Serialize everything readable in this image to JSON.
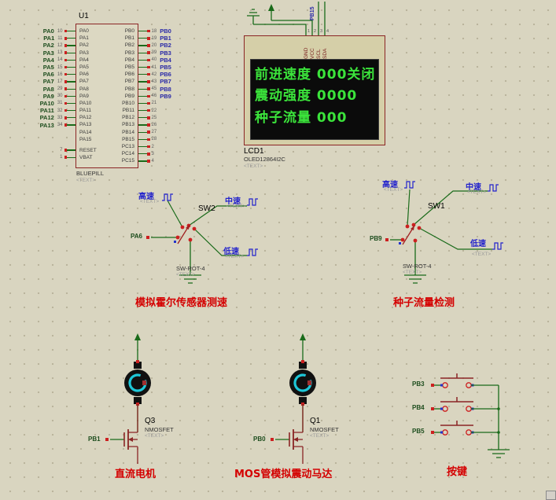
{
  "colors": {
    "wire": "#1a6b1a",
    "pad_red": "#cc2020",
    "pad_blue": "#2233cc",
    "component_outline": "#8b2525",
    "net_label_green": "#1d4d1d",
    "net_label_blue": "#2a2aa8",
    "lcd_text": "#3be43b",
    "title_red": "#d40000",
    "speed_blue": "#2222cc",
    "motor_arc": "#1ec7d8"
  },
  "u1": {
    "ref": "U1",
    "value": "BLUEPILL",
    "placeholder": "<TEXT>",
    "left_names": [
      "PA0",
      "PA1",
      "PA2",
      "PA3",
      "PA4",
      "PA5",
      "PA6",
      "PA7",
      "PA8",
      "PA9",
      "PA10",
      "PA11",
      "PA12",
      "PA13",
      "PA14",
      "PA15"
    ],
    "left_bottom_names": [
      "RESET",
      "VBAT"
    ],
    "right_names": [
      "PB0",
      "PB1",
      "PB2",
      "PB3",
      "PB4",
      "PB5",
      "PB6",
      "PB7",
      "PB8",
      "PB9",
      "PB10",
      "PB11",
      "PB12",
      "PB13",
      "PB14",
      "PB15",
      "PC13",
      "PC14",
      "PC15"
    ],
    "left_stubs": [
      {
        "label": "PA0",
        "num": "10"
      },
      {
        "label": "PA1",
        "num": "11"
      },
      {
        "label": "PA2",
        "num": "12"
      },
      {
        "label": "PA3",
        "num": "13"
      },
      {
        "label": "PA4",
        "num": "14"
      },
      {
        "label": "PA5",
        "num": "15"
      },
      {
        "label": "PA6",
        "num": "16"
      },
      {
        "label": "PA7",
        "num": "17"
      },
      {
        "label": "PA8",
        "num": "29"
      },
      {
        "label": "PA9",
        "num": "30"
      },
      {
        "label": "PA10",
        "num": "31"
      },
      {
        "label": "PA11",
        "num": "32"
      },
      {
        "label": "PA12",
        "num": "33"
      },
      {
        "label": "PA13",
        "num": "34"
      }
    ],
    "left_bottom_stubs": [
      {
        "label": "",
        "num": "7"
      },
      {
        "label": "",
        "num": "1"
      }
    ],
    "right_stubs": [
      {
        "num": "18",
        "label": "PB0"
      },
      {
        "num": "19",
        "label": "PB1"
      },
      {
        "num": "20",
        "label": "PB2"
      },
      {
        "num": "39",
        "label": "PB3"
      },
      {
        "num": "40",
        "label": "PB4"
      },
      {
        "num": "41",
        "label": "PB5"
      },
      {
        "num": "42",
        "label": "PB6"
      },
      {
        "num": "43",
        "label": "PB7"
      },
      {
        "num": "45",
        "label": "PB8"
      },
      {
        "num": "46",
        "label": "PB9"
      },
      {
        "num": "21",
        "label": ""
      },
      {
        "num": "22",
        "label": ""
      },
      {
        "num": "25",
        "label": ""
      },
      {
        "num": "26",
        "label": ""
      },
      {
        "num": "27",
        "label": ""
      },
      {
        "num": "28",
        "label": ""
      },
      {
        "num": "2",
        "label": ""
      },
      {
        "num": "3",
        "label": ""
      },
      {
        "num": "4",
        "label": ""
      }
    ]
  },
  "lcd": {
    "ref": "LCD1",
    "model": "OLED12864I2C",
    "placeholder": "<TEXT>",
    "net_label": "PB15",
    "pins": [
      "GND",
      "VCC",
      "SCL",
      "SDA"
    ],
    "pin_nums": [
      "1",
      "2",
      "3",
      "4"
    ],
    "lines": [
      "前进速度 000关闭",
      "震动强度 0000",
      "种子流量 000"
    ]
  },
  "hall": {
    "ref": "SW2",
    "model": "SW-ROT-4",
    "placeholder": "<TEXT>",
    "net": "PA6",
    "high": "高速",
    "mid": "中速",
    "low": "低速",
    "title": "模拟霍尔传感器测速"
  },
  "seed": {
    "ref": "SW1",
    "model": "SW-ROT-4",
    "placeholder": "<TEXT>",
    "net": "PB9",
    "high": "高速",
    "mid": "中速",
    "low": "低速",
    "title": "种子流量检测"
  },
  "motor1": {
    "ref": "Q3",
    "model": "NMOSFET",
    "placeholder": "<TEXT>",
    "net": "PB1",
    "title": "直流电机"
  },
  "motor2": {
    "ref": "Q1",
    "model": "NMOSFET",
    "placeholder": "<TEXT>",
    "net": "PB0",
    "title": "MOS管模拟震动马达"
  },
  "keys": {
    "nets": [
      "PB3",
      "PB4",
      "PB5"
    ],
    "title": "按键"
  }
}
